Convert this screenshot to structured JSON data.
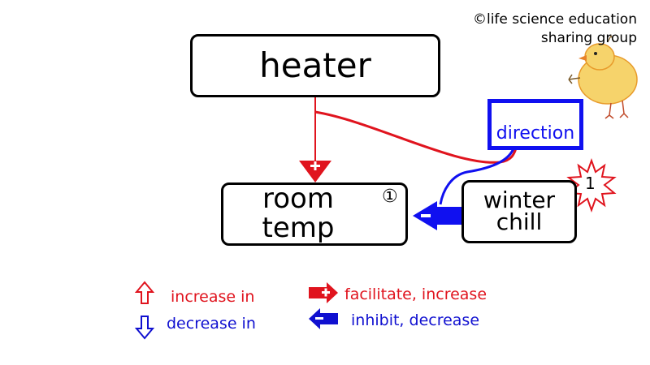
{
  "credit": {
    "line1": "©life science education",
    "line2": "sharing group"
  },
  "nodes": {
    "heater": "heater",
    "room_line1": "room",
    "room_line2": "temp",
    "room_number": "①",
    "winter_line1": "winter",
    "winter_line2": "chill",
    "burst_number": "1",
    "direction": "direction"
  },
  "legend": {
    "increase": "increase in",
    "decrease": "decrease in",
    "facilitate": "facilitate, increase",
    "inhibit": "inhibit, decrease"
  },
  "colors": {
    "facilitate_red": "#e0141e",
    "inhibit_blue": "#1010f0",
    "outline": "#000000",
    "mascot_yellow": "#f2c23a"
  },
  "icons": {
    "mascot": "chick-drawing-icon",
    "burst": "starburst-icon"
  }
}
